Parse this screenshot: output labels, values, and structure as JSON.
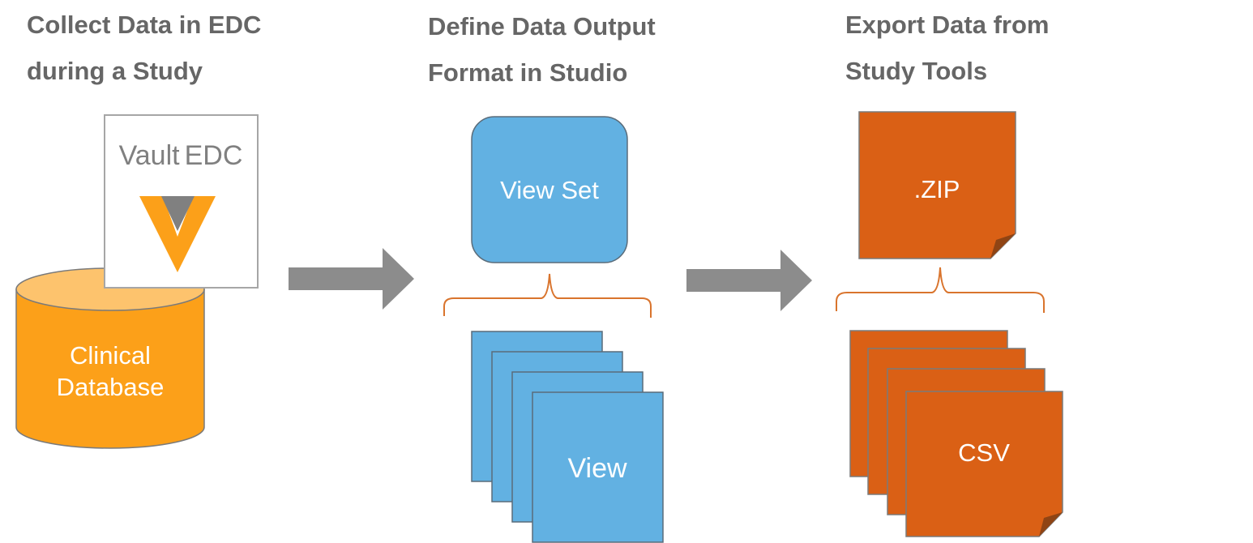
{
  "colors": {
    "title_text": "#666666",
    "arrow": "#8c8c8c",
    "cylinder_body": "#fca019",
    "cylinder_top": "#fdc36d",
    "view_blue": "#62b1e2",
    "export_orange": "#da6015",
    "bracket": "#d9742d",
    "logo_gray": "#808080",
    "logo_orange": "#fca019"
  },
  "steps": [
    {
      "title_line1": "Collect Data in EDC",
      "title_line2": "during a Study"
    },
    {
      "title_line1": "Define Data Output",
      "title_line2": "Format in Studio"
    },
    {
      "title_line1": "Export Data from",
      "title_line2": "Study Tools"
    }
  ],
  "collect": {
    "logo_word1": "Vault",
    "logo_word2": "EDC",
    "database_line1": "Clinical",
    "database_line2": "Database"
  },
  "define": {
    "view_set_label": "View Set",
    "view_label": "View"
  },
  "export": {
    "zip_label": ".ZIP",
    "csv_label": "CSV"
  }
}
